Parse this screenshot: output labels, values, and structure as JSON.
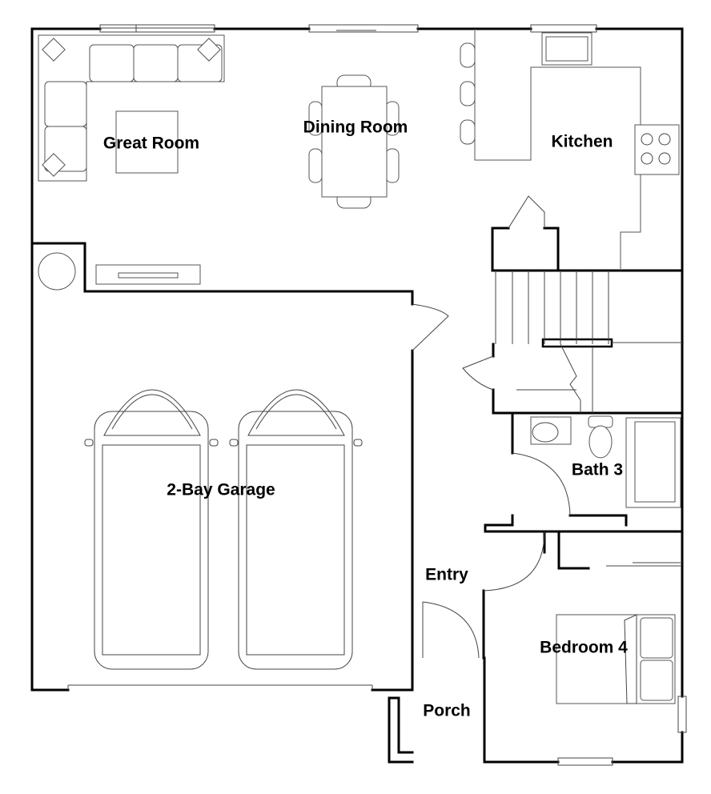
{
  "rooms": {
    "great_room": "Great Room",
    "dining_room": "Dining Room",
    "kitchen": "Kitchen",
    "garage": "2-Bay Garage",
    "bath_3": "Bath 3",
    "entry": "Entry",
    "bedroom_4": "Bedroom 4",
    "porch": "Porch"
  },
  "colors": {
    "wall": "#000000",
    "fixture": "#555555",
    "background": "#ffffff"
  }
}
